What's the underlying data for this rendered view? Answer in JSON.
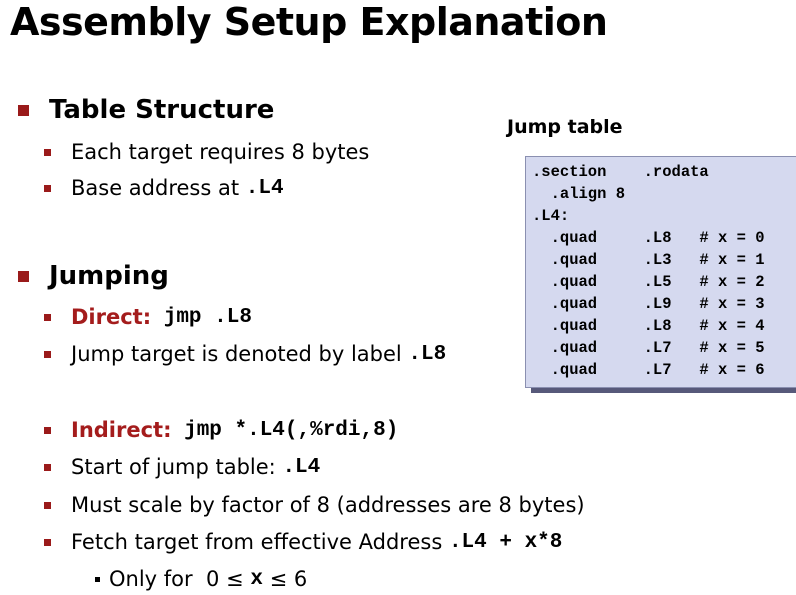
{
  "slide": {
    "title": "Assembly Setup Explanation",
    "table_structure": {
      "heading": "Table Structure",
      "bullet1": "Each target requires 8 bytes",
      "bullet2_prefix": "Base address at ",
      "bullet2_code": ".L4"
    },
    "jumping": {
      "heading": "Jumping",
      "direct_label": "Direct:",
      "direct_code": " jmp .L8",
      "direct_desc_prefix": "Jump target is denoted by label ",
      "direct_desc_code": ".L8",
      "indirect_label": "Indirect:",
      "indirect_code": " jmp *.L4(,%rdi,8)",
      "start_prefix": "Start of jump table: ",
      "start_code": ".L4",
      "scale": "Must scale by factor of 8 (addresses are 8 bytes)",
      "fetch_prefix": "Fetch target from effective Address ",
      "fetch_code": ".L4 + x*8",
      "only_prefix": "Only for  0 ≤ ",
      "only_code": "x",
      "only_suffix": " ≤ 6"
    }
  },
  "jump_table": {
    "label": "Jump table",
    "lines": [
      ".section    .rodata",
      "  .align 8",
      ".L4:",
      "  .quad     .L8   # x = 0",
      "  .quad     .L3   # x = 1",
      "  .quad     .L5   # x = 2",
      "  .quad     .L9   # x = 3",
      "  .quad     .L8   # x = 4",
      "  .quad     .L7   # x = 5",
      "  .quad     .L7   # x = 6"
    ]
  },
  "colors": {
    "bullet_red": "#9a1a1a",
    "label_red": "#a41c1c",
    "code_box_bg": "#d5d9ef",
    "code_box_shadow": "#57597a"
  }
}
